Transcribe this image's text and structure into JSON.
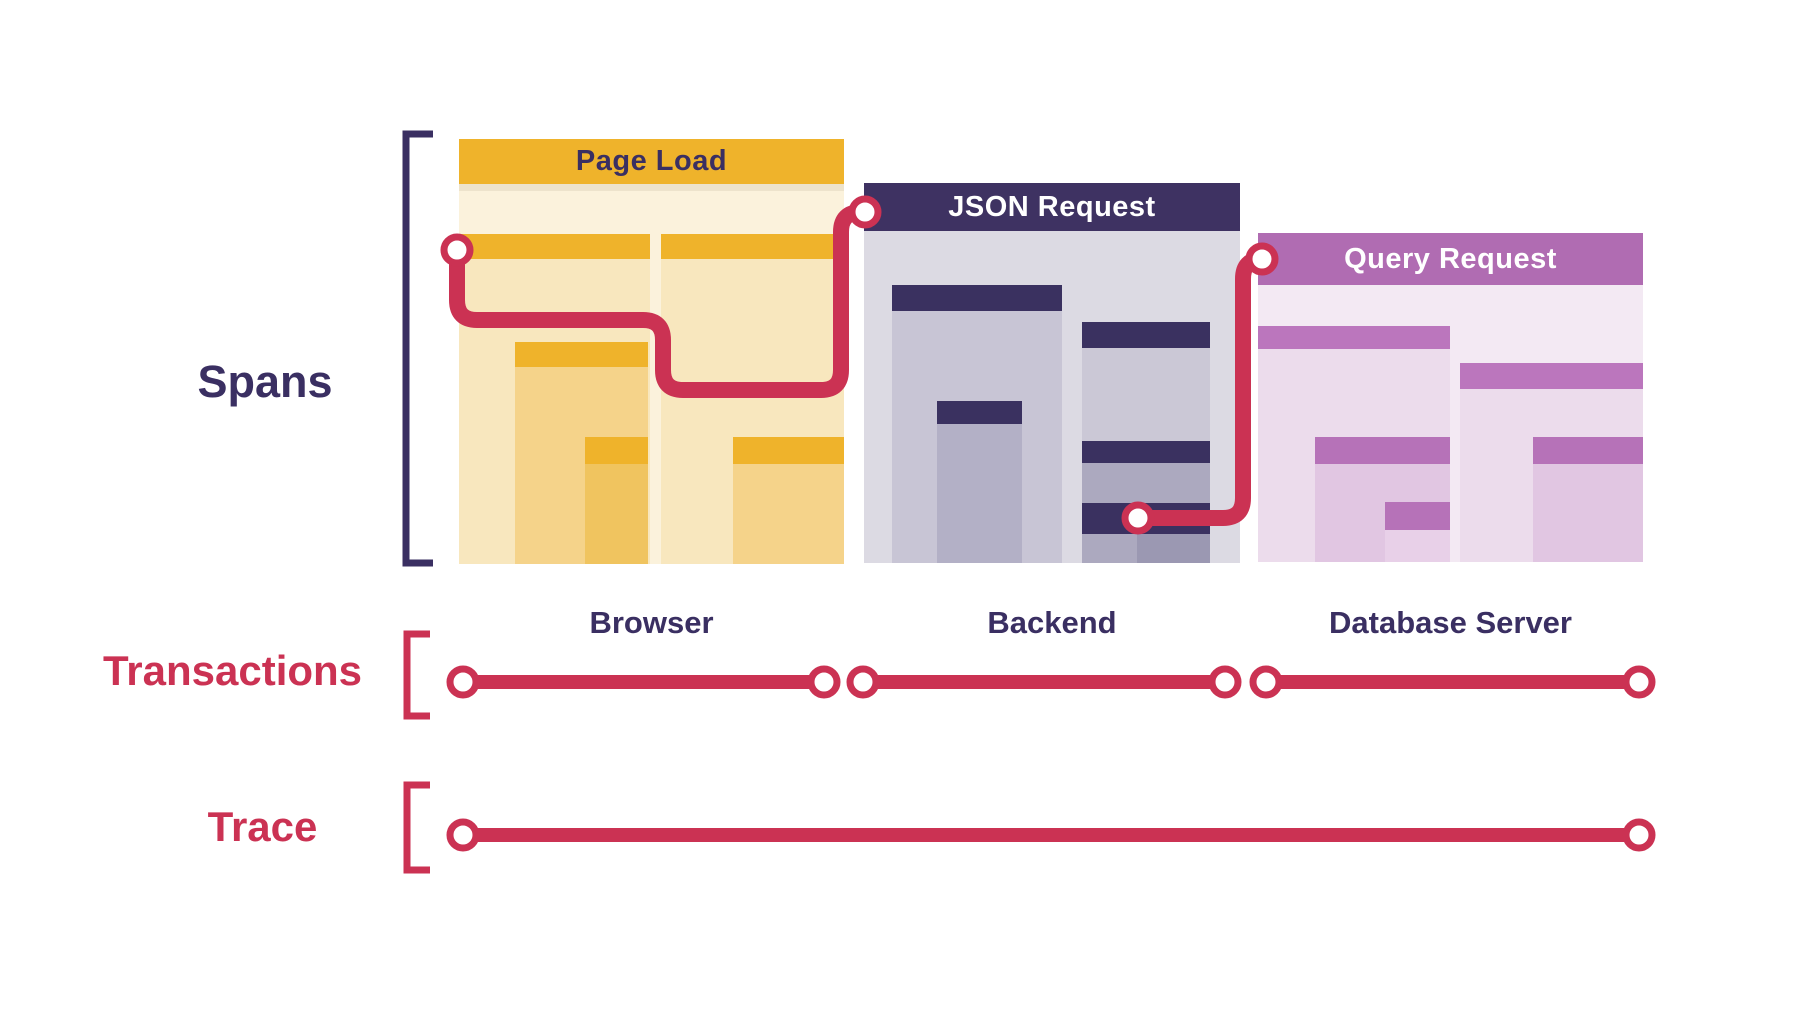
{
  "labels": {
    "spans": "Spans",
    "transactions": "Transactions",
    "trace": "Trace"
  },
  "panels": [
    {
      "title": "Page Load",
      "caption": "Browser"
    },
    {
      "title": "JSON Request",
      "caption": "Backend"
    },
    {
      "title": "Query Request",
      "caption": "Database Server"
    }
  ],
  "colors": {
    "accent_red": "#CB3253",
    "indigo": "#3A2F62",
    "gold": "#F0B42A",
    "dark_purple_header": "#3E3262",
    "purple_header": "#B06CB2"
  }
}
